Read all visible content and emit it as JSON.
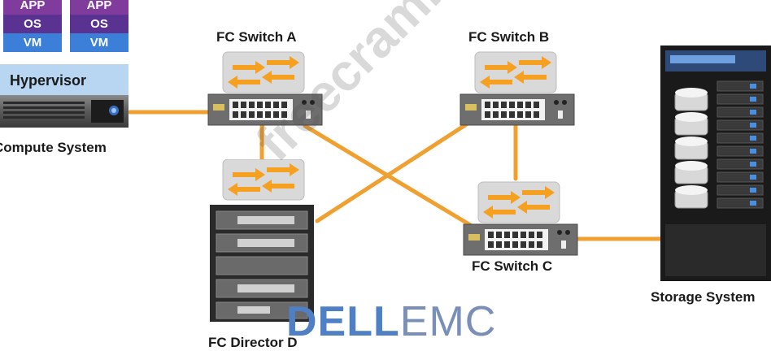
{
  "compute": {
    "vm_layers": [
      "APP",
      "OS",
      "VM"
    ],
    "hypervisor_label": "Hypervisor",
    "system_label": "Compute System"
  },
  "switches": {
    "a": "FC Switch A",
    "b": "FC Switch B",
    "c": "FC Switch C"
  },
  "director_label": "FC Director D",
  "storage_label": "Storage System",
  "logo": {
    "dell": "DELL",
    "emc": "EMC"
  },
  "watermark": "freecram.net",
  "colors": {
    "link": "#f0a030",
    "app": "#7f3c9c",
    "os": "#5a3392",
    "vm": "#3c7fd8",
    "hypervisor": "#b8d6f2",
    "arrow": "#f5a020"
  }
}
